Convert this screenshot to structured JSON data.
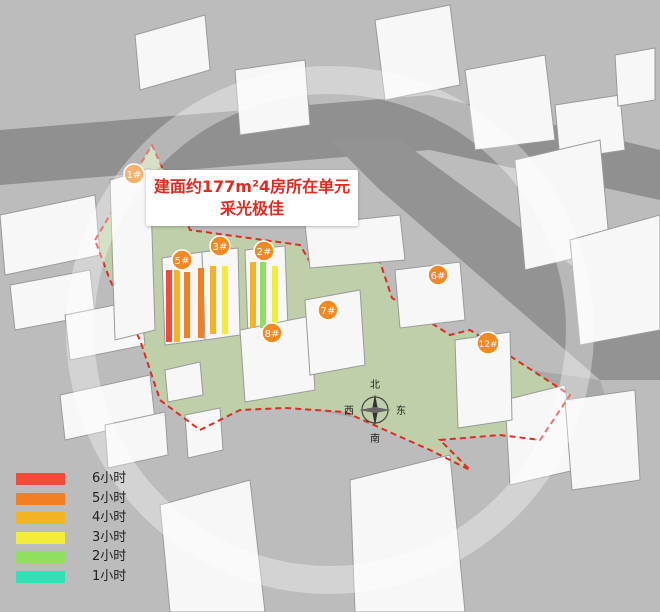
{
  "callout": {
    "line1": "建面约177m²4房所在单元",
    "line2": "采光极佳"
  },
  "compass": {
    "north": "北",
    "south": "南",
    "east": "东",
    "west": "西"
  },
  "buildings": [
    "1#",
    "2#",
    "3#",
    "5#",
    "6#",
    "7#",
    "8#",
    "12#"
  ],
  "legend": [
    {
      "label": "6小时",
      "color": "#f24a3c"
    },
    {
      "label": "5小时",
      "color": "#f27f24"
    },
    {
      "label": "4小时",
      "color": "#f2b424"
    },
    {
      "label": "3小时",
      "color": "#f4ec3a"
    },
    {
      "label": "2小时",
      "color": "#8fe061"
    },
    {
      "label": "1小时",
      "color": "#2ee2b6"
    }
  ],
  "colors": {
    "site": "#bfcfa9",
    "boundary": "#e02b20",
    "badge": "#f08a24",
    "road": "#8e8e8e",
    "building": "#f7f7f7"
  }
}
